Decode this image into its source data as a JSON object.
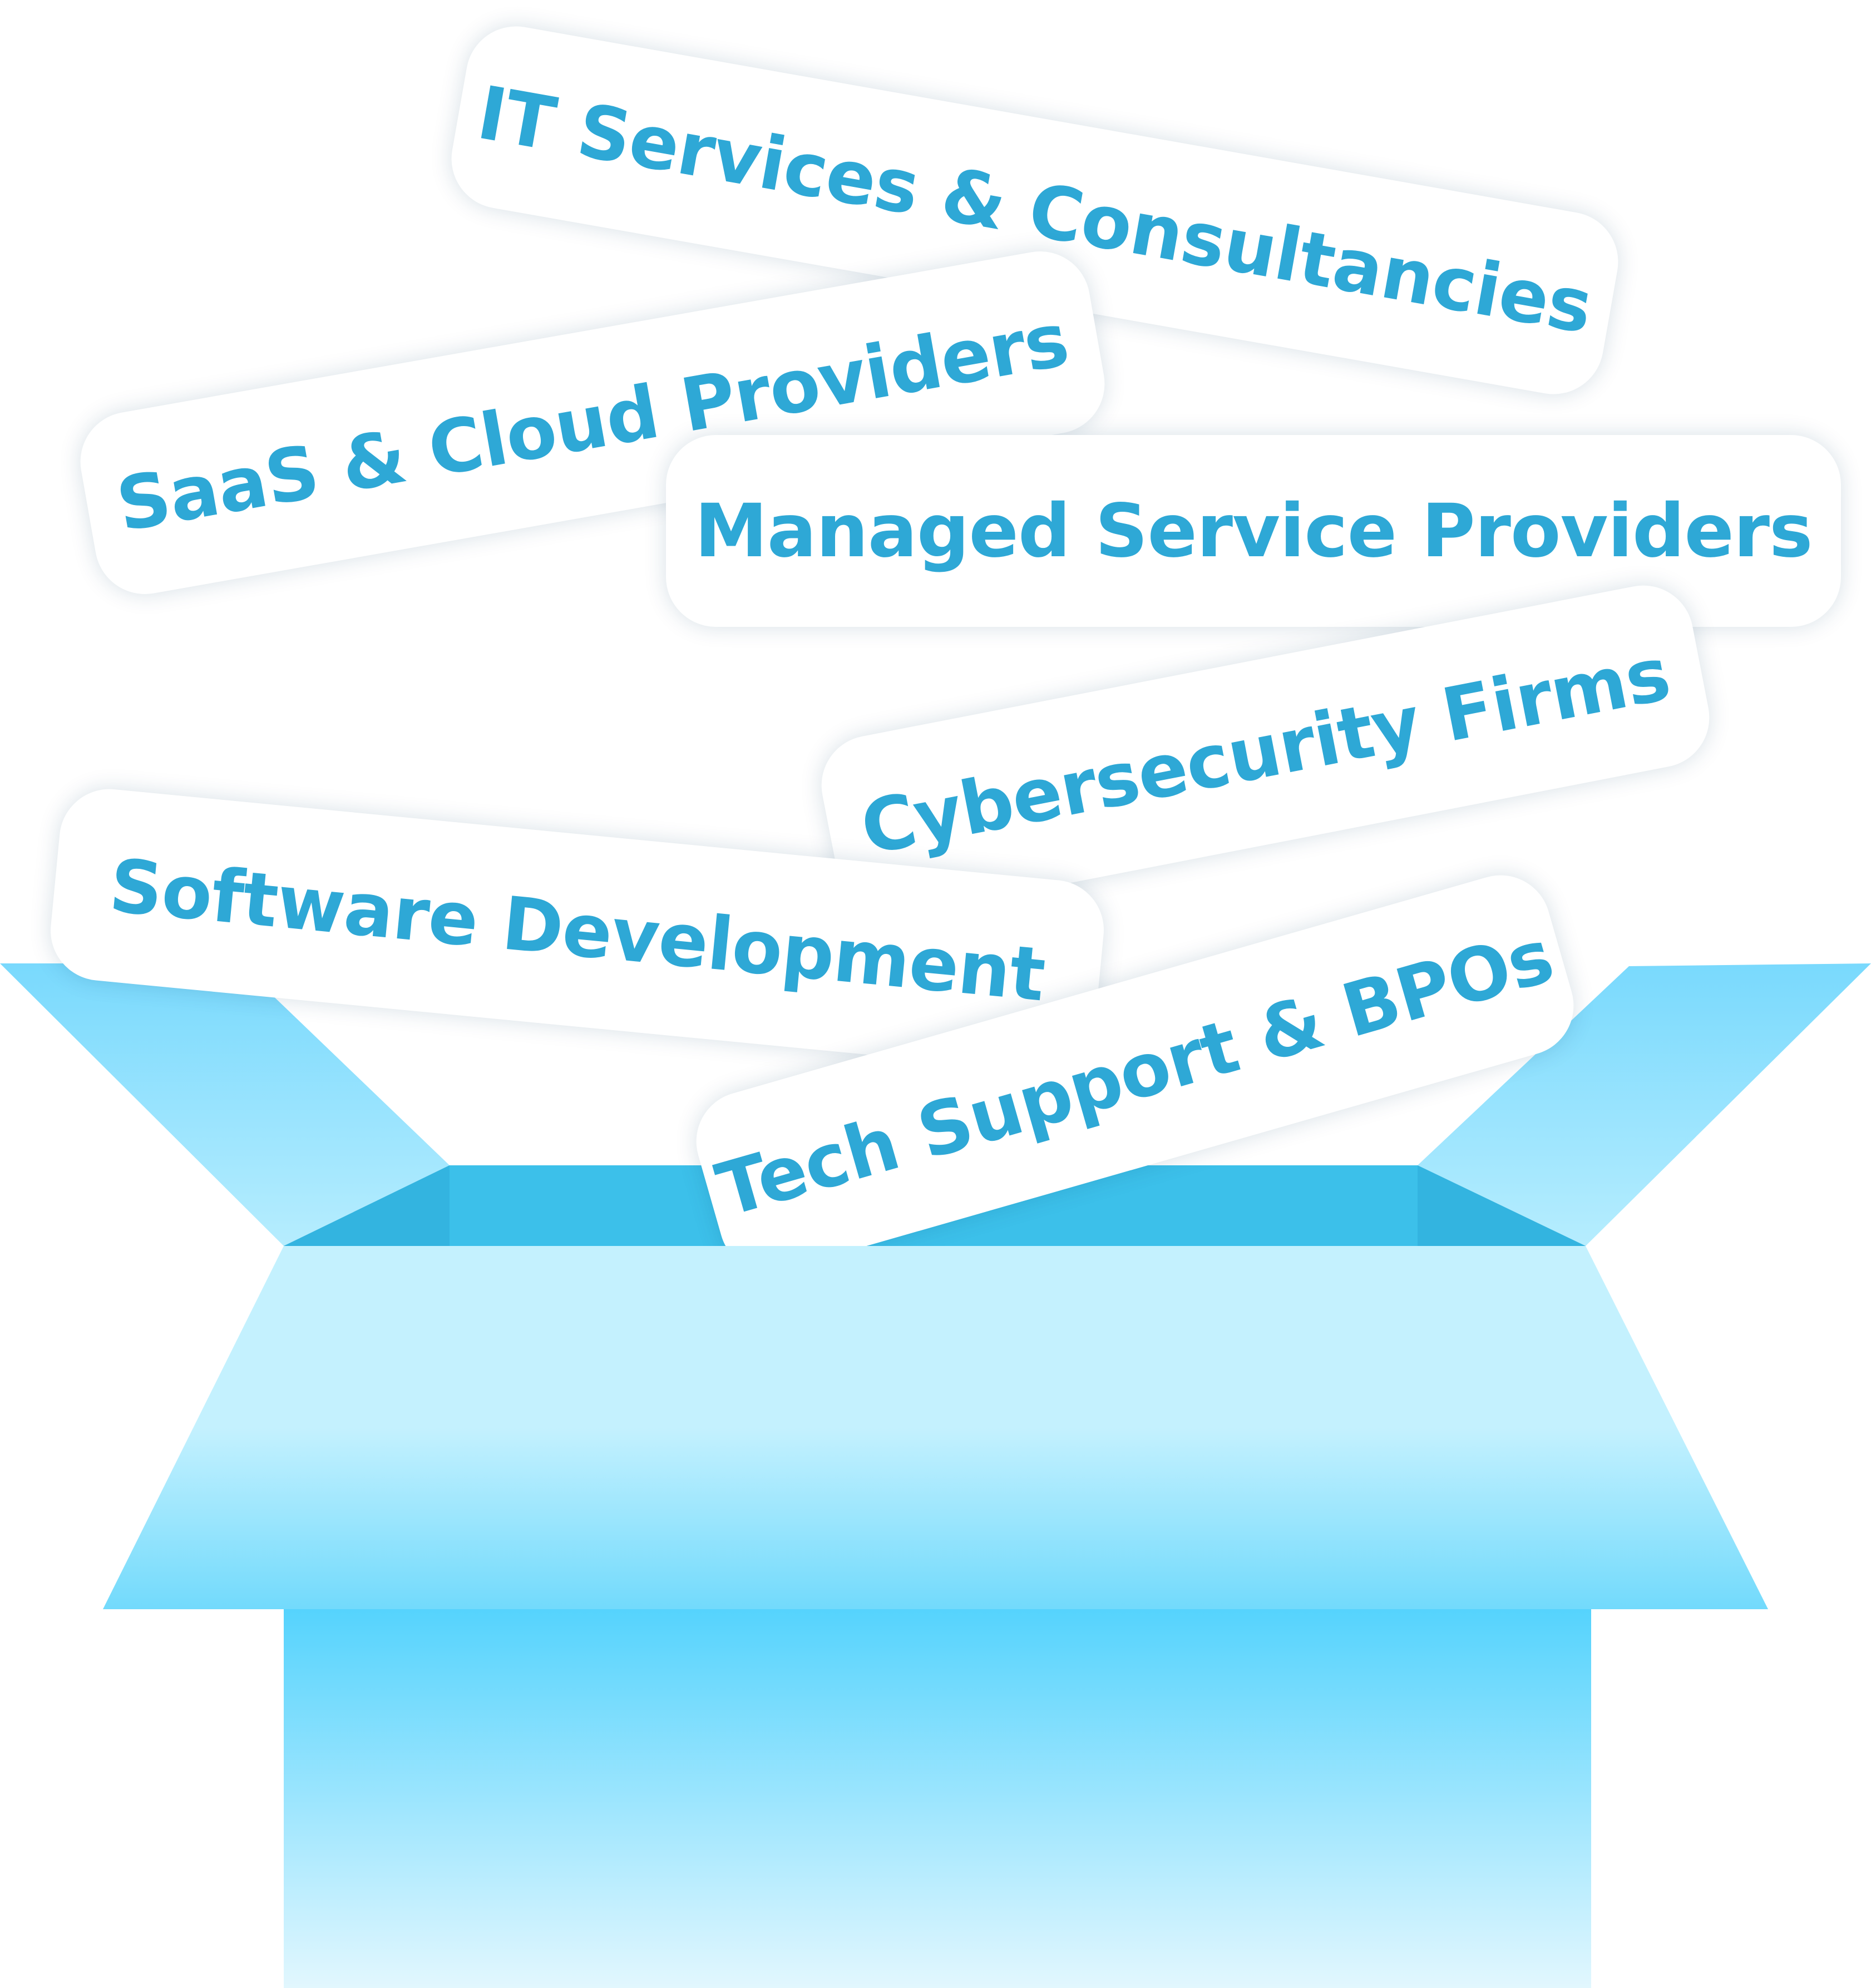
{
  "labels": {
    "it_services": "IT Services & Consultancies",
    "saas_cloud": "SaaS & Cloud Providers",
    "managed_services": "Managed Service Providers",
    "cybersecurity": "Cybersecurity Firms",
    "software_dev": "Software Development",
    "tech_support": "Tech Support & BPOs"
  },
  "colors": {
    "label_text": "#2ea8d6",
    "card_background": "#ffffff",
    "box_front_top": "#55d3fd",
    "box_front_bottom": "#e2f7fe",
    "box_lid_top": "#c4f1fe",
    "box_lid_bottom": "#72dafc",
    "box_interior": "#3cc0ea",
    "box_interior_shadow": "#33b4e0",
    "box_flap_top": "#79d9fd",
    "box_flap_bottom": "#b6edfe"
  }
}
